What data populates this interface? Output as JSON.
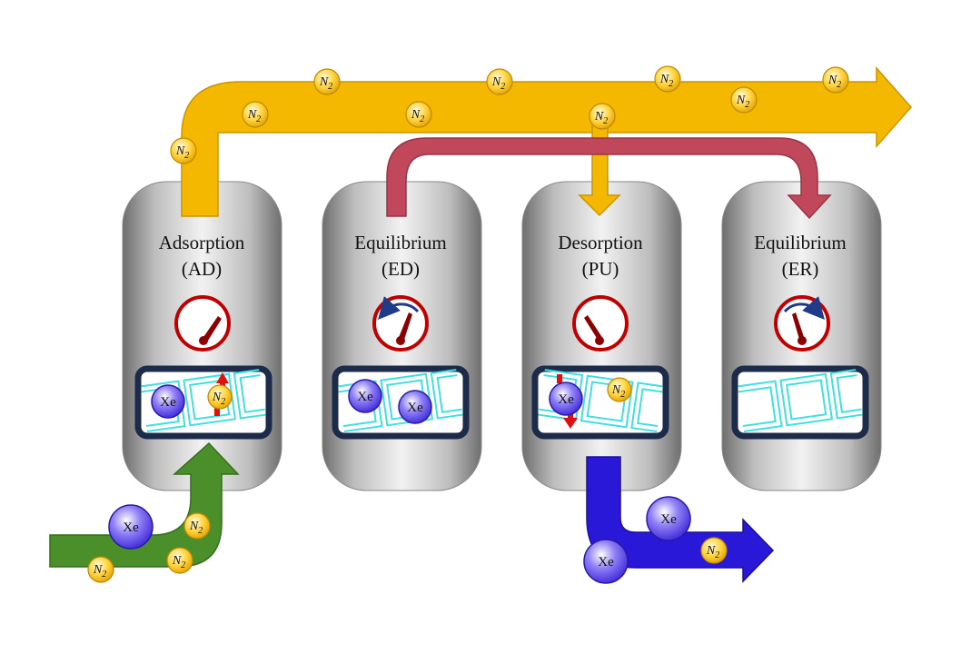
{
  "vessels": [
    {
      "step": "Adsorption",
      "code": "(AD)",
      "gauge": "needle-up-right",
      "bed": [
        "Xe",
        "N2"
      ]
    },
    {
      "step": "Equilibrium",
      "code": "(ED)",
      "gauge": "needle-up-with-ccw-arrow",
      "bed": [
        "Xe",
        "Xe"
      ]
    },
    {
      "step": "Desorption",
      "code": "(PU)",
      "gauge": "needle-up-left",
      "bed": [
        "Xe",
        "N2"
      ]
    },
    {
      "step": "Equilibrium",
      "code": "(ER)",
      "gauge": "needle-up-left-with-cw-arrow",
      "bed": []
    }
  ],
  "molecules": {
    "xenon": "Xe",
    "nitrogen": {
      "symbol": "N",
      "subscript": "2"
    }
  },
  "streams": {
    "feed": {
      "color": "#4a8f2a",
      "carries": [
        "Xe",
        "N2",
        "N2",
        "N2"
      ]
    },
    "raffinate": {
      "color": "#f5b800",
      "carries": [
        "N2",
        "N2",
        "N2",
        "N2",
        "N2",
        "N2",
        "N2",
        "N2",
        "N2"
      ]
    },
    "equalization": {
      "color": "#c0485a"
    },
    "product": {
      "color": "#2a18d8",
      "carries": [
        "Xe",
        "Xe",
        "N2"
      ]
    }
  },
  "colors": {
    "vessel_body": "#a9a9a9",
    "gauge_ring": "#c00000",
    "gauge_needle": "#8b0000",
    "gauge_arrow": "#1f3c88",
    "bed_frame": "#1c2b4a",
    "framework": "#40e0e0",
    "motion_arrow": "#e01010",
    "n2_fill": "#ffd23a",
    "xe_fill": "#6a55e8"
  }
}
